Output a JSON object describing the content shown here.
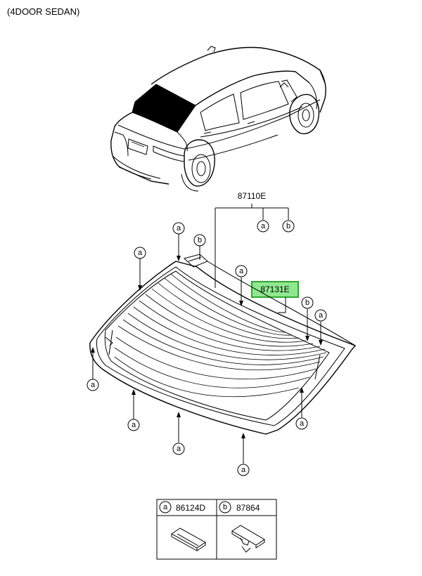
{
  "header": {
    "title": "(4DOOR SEDAN)"
  },
  "parts": {
    "glass_assembly": "87110E",
    "highlighted_part": "87131E",
    "sub_a_letter": "a",
    "sub_b_letter": "b"
  },
  "legend": {
    "cells": [
      {
        "letter": "a",
        "part_no": "86124D"
      },
      {
        "letter": "b",
        "part_no": "87864"
      }
    ]
  },
  "colors": {
    "highlight_fill": "#8fe88f",
    "highlight_stroke": "#2fa82f"
  }
}
